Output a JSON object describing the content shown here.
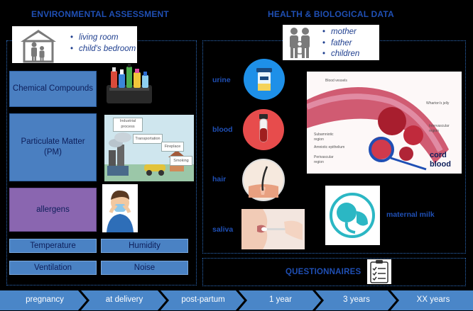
{
  "environment": {
    "heading": "ENVIRONMENTAL ASSESSMENT",
    "locations": [
      "living room",
      "child's bedroom"
    ],
    "categories": {
      "chemical": "Chemical Compounds",
      "particulate": "Particulate Matter (PM)",
      "allergens": "allergens",
      "temperature": "Temperature",
      "humidity": "Humidity",
      "ventilation": "Ventilation",
      "noise": "Noise"
    },
    "pm_sources": {
      "industrial": "Industrial process",
      "transportation": "Transportation",
      "fireplace": "Fireplace",
      "smoking": "Smoking"
    }
  },
  "health": {
    "heading": "HEALTH & BIOLOGICAL DATA",
    "participants": [
      "mother",
      "father",
      "children"
    ],
    "samples": {
      "urine": "urine",
      "blood": "blood",
      "hair": "hair",
      "saliva": "saliva"
    },
    "cord": {
      "label_line1": "cord",
      "label_line2": "blood",
      "anatomy": {
        "blood_vessels": "Blood vessels",
        "wharton": "Wharton's jelly",
        "intervascular": "Intervascular region",
        "subamniotic": "Subamniotic region",
        "amniotic": "Amniotic epithelium",
        "perivascular": "Perivascular region"
      }
    },
    "maternal_milk": "maternal milk",
    "questionnaires": "QUESTIONNAIRES"
  },
  "timeline": [
    "pregnancy",
    "at delivery",
    "post-partum",
    "1 year",
    "3 years",
    "XX years"
  ],
  "colors": {
    "background": "#000000",
    "heading": "#1f4fb4",
    "box_blue": "#4a7fc1",
    "box_purple": "#8a66b0",
    "timeline": "#4a86c8"
  }
}
